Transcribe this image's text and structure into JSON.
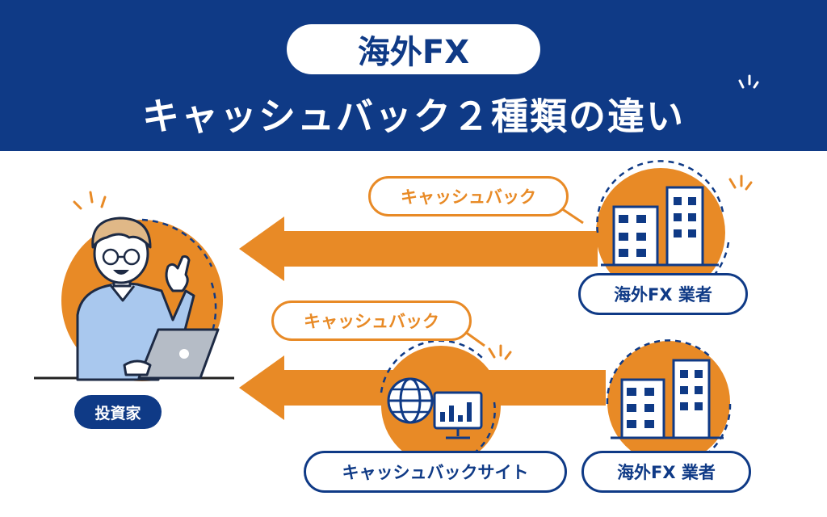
{
  "header": {
    "title": "海外FX",
    "subtitle": "キャッシュバック２種類の違い"
  },
  "investor": {
    "label": "投資家"
  },
  "route1": {
    "bubble": "キャッシュバック",
    "broker_label": "海外FX 業者"
  },
  "route2": {
    "bubble": "キャッシュバック",
    "site_label": "キャッシュバックサイト",
    "broker_label": "海外FX 業者"
  },
  "icons": {
    "person": "man-with-glasses-at-laptop",
    "building": "office-building-icon",
    "globe": "globe-icon",
    "monitor": "monitor-chart-icon"
  },
  "colors": {
    "navy": "#0f3a86",
    "orange": "#e88a26",
    "shirt": "#a9c8ee",
    "white": "#ffffff"
  }
}
